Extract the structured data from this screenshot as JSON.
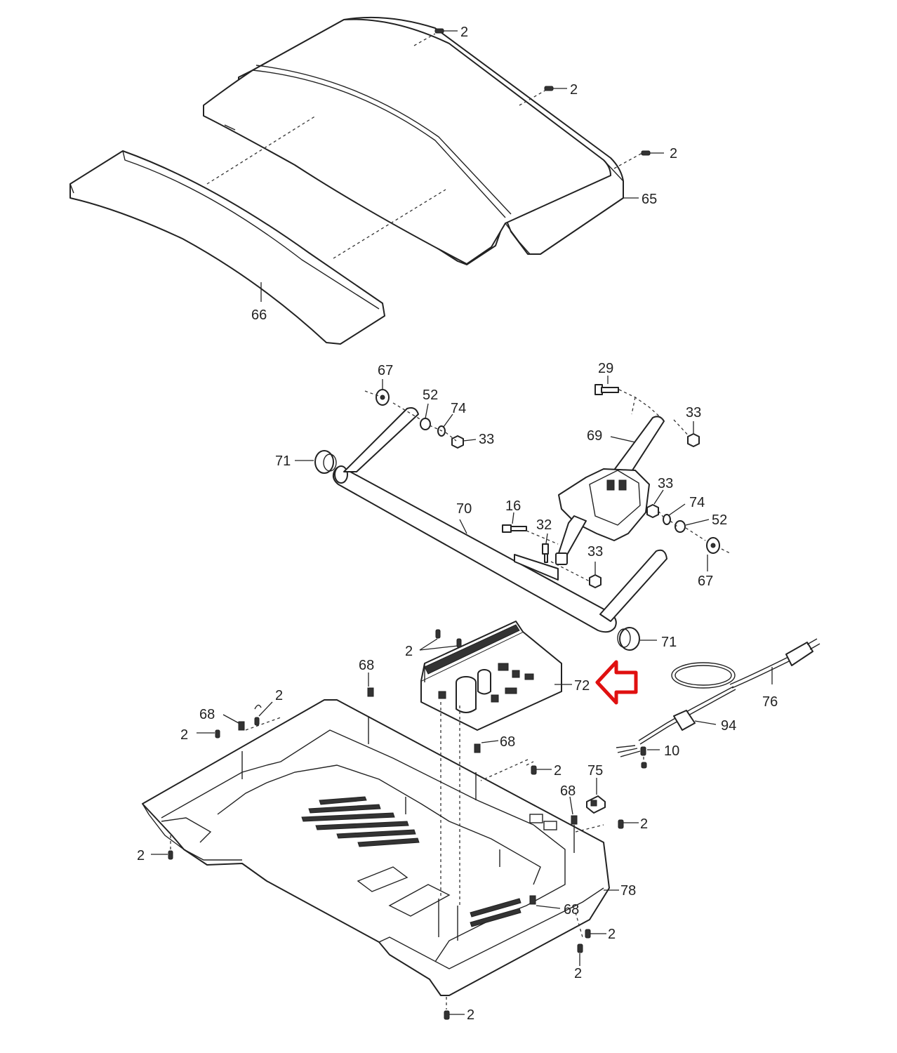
{
  "callouts": {
    "c_2a": "2",
    "c_2b": "2",
    "c_2c": "2",
    "c_65": "65",
    "c_66": "66",
    "c_67a": "67",
    "c_52a": "52",
    "c_74a": "74",
    "c_33a": "33",
    "c_29": "29",
    "c_33b": "33",
    "c_69": "69",
    "c_71a": "71",
    "c_33c": "33",
    "c_74b": "74",
    "c_52b": "52",
    "c_70": "70",
    "c_16": "16",
    "c_32": "32",
    "c_33d": "33",
    "c_67b": "67",
    "c_71b": "71",
    "c_2d": "2",
    "c_72": "72",
    "c_76": "76",
    "c_68a": "68",
    "c_68b": "68",
    "c_2e": "2",
    "c_2f": "2",
    "c_94": "94",
    "c_68c": "68",
    "c_10": "10",
    "c_2g": "2",
    "c_75": "75",
    "c_68d": "68",
    "c_2h": "2",
    "c_2i": "2",
    "c_78": "78",
    "c_68e": "68",
    "c_2j": "2",
    "c_2k": "2",
    "c_2l": "2"
  },
  "highlight": {
    "part": "72",
    "color": "#e01010"
  },
  "icons": [
    "screw-icon",
    "nut-icon",
    "washer-icon",
    "bushing-icon",
    "power-plug-icon",
    "highlight-arrow-icon"
  ]
}
